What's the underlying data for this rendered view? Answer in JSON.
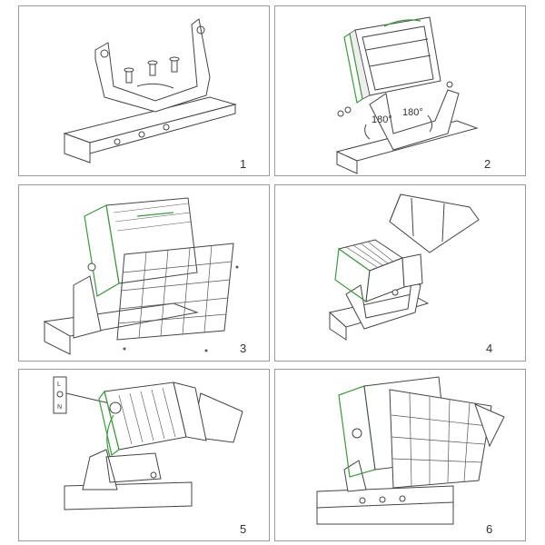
{
  "steps": [
    {
      "number": "1"
    },
    {
      "number": "2",
      "rotation_labels": [
        "180°",
        "180°"
      ]
    },
    {
      "number": "3"
    },
    {
      "number": "4"
    },
    {
      "number": "5",
      "terminal_labels": [
        "L",
        "N"
      ]
    },
    {
      "number": "6"
    }
  ],
  "colors": {
    "accent": "#3c9a3c",
    "line": "#444444",
    "border": "#9a9a9a"
  }
}
